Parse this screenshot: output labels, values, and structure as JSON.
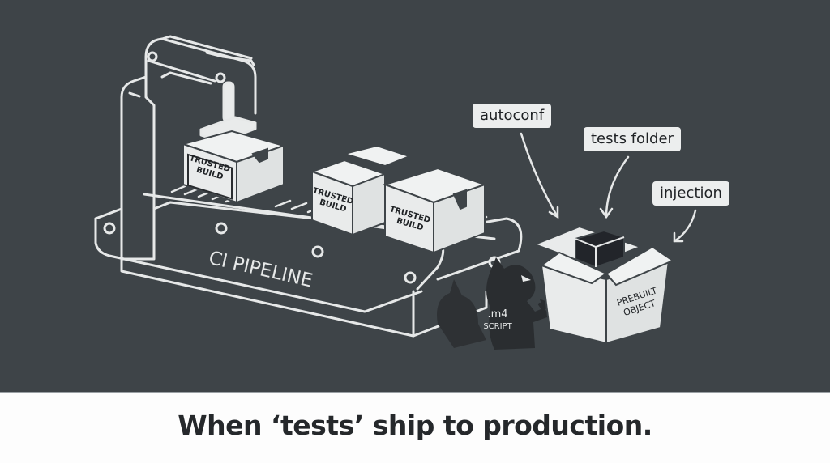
{
  "illustration": {
    "title": "CI pipeline conveyor with prebuilt object injection",
    "pipeline_label": "CI PIPELINE",
    "box_label_line1": "TRUSTED",
    "box_label_line2": "BUILD",
    "trusted_box_count": 3,
    "prebuilt_label_line1": "PREBUILT",
    "prebuilt_label_line2": "OBJECT",
    "gremlin_label_line1": ".m4",
    "gremlin_label_line2": "SCRIPT",
    "callouts": [
      {
        "label": "autoconf"
      },
      {
        "label": "tests folder"
      },
      {
        "label": "injection"
      }
    ],
    "colors": {
      "background": "#3e4448",
      "line": "#e6e8e8",
      "box_fill": "#e9ebeb",
      "gremlin": "#2a2d30"
    }
  },
  "caption": "When ‘tests’ ship to production."
}
